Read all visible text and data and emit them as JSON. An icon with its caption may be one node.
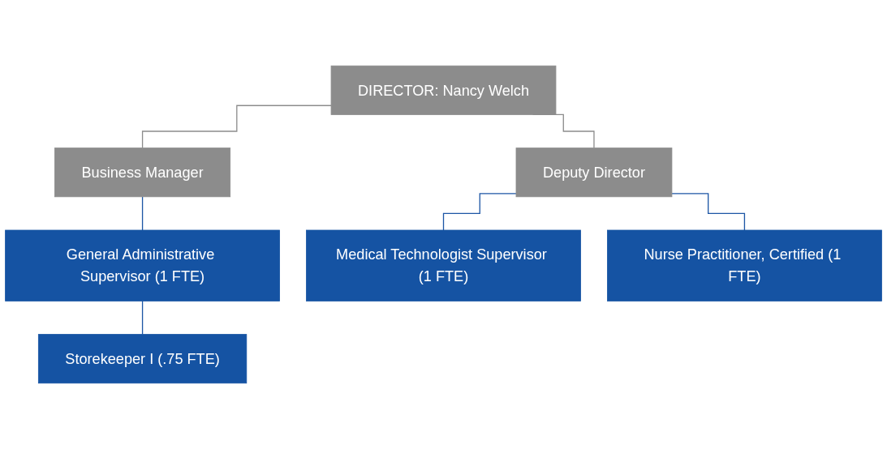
{
  "diagram": {
    "nodes": [
      {
        "text": [
          "DIRECTOR: Nancy Welch"
        ]
      },
      {
        "text": [
          "Business Manager"
        ]
      },
      {
        "text": [
          "Deputy Director"
        ]
      },
      {
        "text": [
          "General Administrative Supervisor (1 FTE)"
        ]
      },
      {
        "text": [
          "Medical Technologist Supervisor (1 FTE)"
        ]
      },
      {
        "text": [
          "Nurse Practitioner, Certified (1 FTE)"
        ]
      },
      {
        "text": [
          "Storekeeper I (.75 FTE)"
        ]
      }
    ],
    "edges": [
      {
        "from": 0,
        "to": 1,
        "arrow": "none",
        "color": "#8c8c8c"
      },
      {
        "from": 0,
        "to": 2,
        "arrow": "none",
        "color": "#8c8c8c"
      },
      {
        "from": 1,
        "to": 3,
        "arrow": "none"
      },
      {
        "from": 2,
        "to": 4,
        "arrow": "none"
      },
      {
        "from": 2,
        "to": 5,
        "arrow": "none"
      },
      {
        "from": 3,
        "to": 6,
        "arrow": "none"
      }
    ]
  }
}
